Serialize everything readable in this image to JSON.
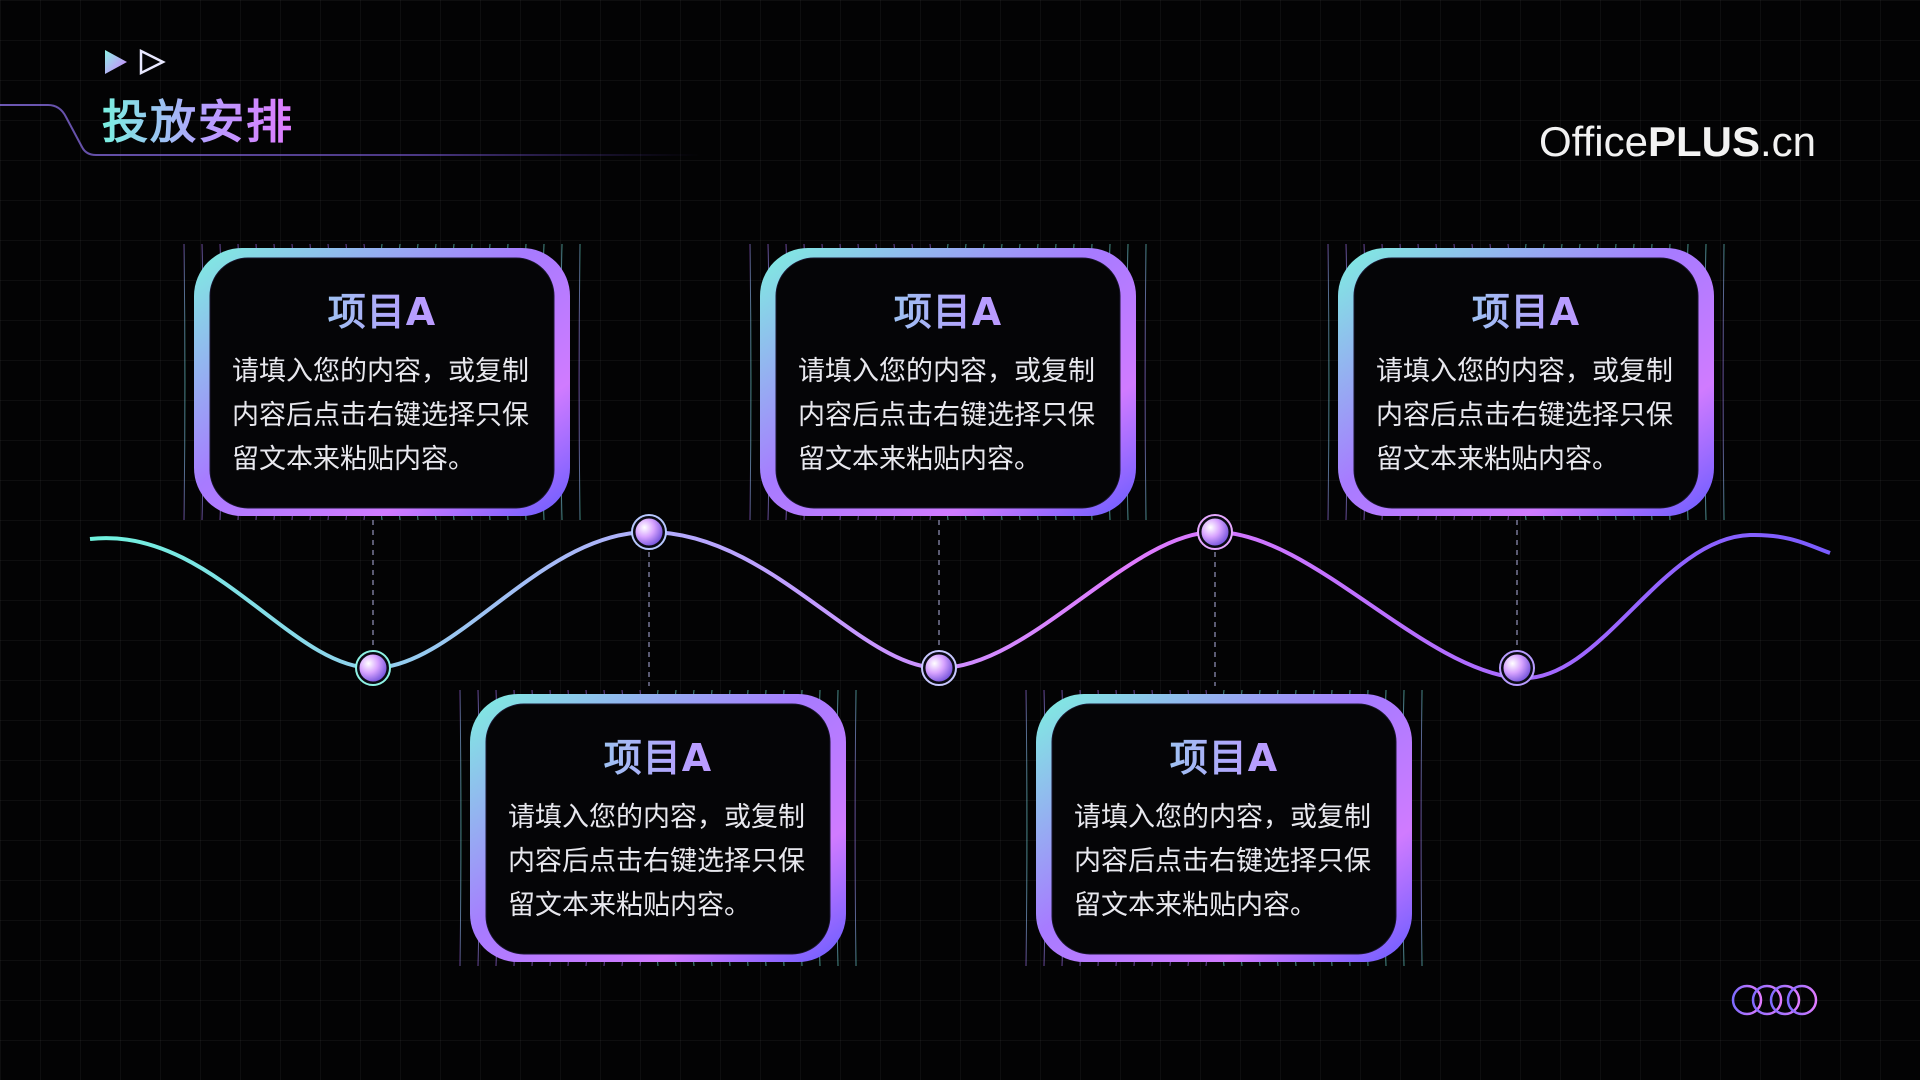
{
  "header": {
    "title": "投放安排"
  },
  "brand": {
    "logo_light": "Office",
    "logo_bold": "PLUS",
    "logo_suffix": ".cn"
  },
  "colors": {
    "teal": "#6ff3de",
    "purple": "#a86bff",
    "pink": "#e07bff",
    "background": "#030304"
  },
  "icons": [
    "play-filled-icon",
    "play-outline-icon",
    "rings-icon"
  ],
  "timeline": {
    "items": [
      {
        "title": "项目A",
        "body": "请填入您的内容，或复制内容后点击右键选择只保留文本来粘贴内容。"
      },
      {
        "title": "项目A",
        "body": "请填入您的内容，或复制内容后点击右键选择只保留文本来粘贴内容。"
      },
      {
        "title": "项目A",
        "body": "请填入您的内容，或复制内容后点击右键选择只保留文本来粘贴内容。"
      },
      {
        "title": "项目A",
        "body": "请填入您的内容，或复制内容后点击右键选择只保留文本来粘贴内容。"
      },
      {
        "title": "项目A",
        "body": "请填入您的内容，或复制内容后点击右键选择只保留文本来粘贴内容。"
      }
    ]
  }
}
